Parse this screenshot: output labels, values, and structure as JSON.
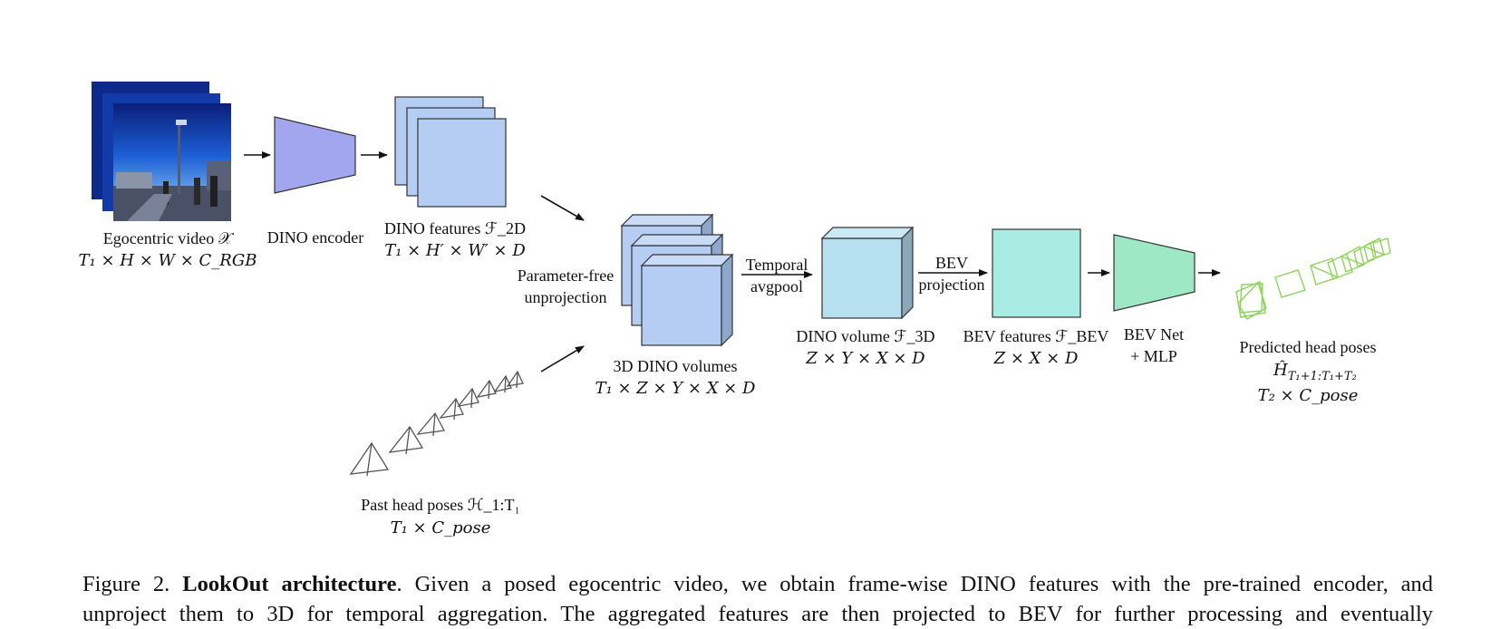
{
  "figure": {
    "labels": {
      "video": "Egocentric video 𝒳",
      "video_dims": "T₁ × H × W × C_RGB",
      "encoder": "DINO encoder",
      "features2d": "DINO features ℱ_2D",
      "features2d_dims": "T₁ × H′ × W′ × D",
      "unproj_line1": "Parameter-free",
      "unproj_line2": "unprojection",
      "volumes": "3D DINO volumes",
      "volumes_dims": "T₁ × Z × Y × X × D",
      "pool_line1": "Temporal",
      "pool_line2": "avgpool",
      "volume3d": "DINO volume ℱ_3D",
      "volume3d_dims": "Z × Y × X × D",
      "bevproj_line1": "BEV",
      "bevproj_line2": "projection",
      "bevfeat": "BEV features ℱ_BEV",
      "bevfeat_dims": "Z × X × D",
      "bevnet_line1": "BEV Net",
      "bevnet_line2": "+ MLP",
      "pred_title": "Predicted head poses",
      "pred_symbol": "Ĥ",
      "pred_sub": "T₁+1:T₁+T₂",
      "pred_dims": "T₂ × C_pose",
      "past": "Past head poses ℋ_1:T₁",
      "past_dims": "T₁ × C_pose"
    },
    "colors": {
      "encoder": "#a2a6ee",
      "features": "#b5cdf2",
      "volume": "#b6dff0",
      "bev": "#a8ece4",
      "bevnet": "#9fe8c6",
      "pred_poses": "#8ed35a",
      "past_poses": "#555555"
    }
  },
  "caption": {
    "figure_no": "Figure 2.",
    "title": "LookOut architecture",
    "line1_rest": ". Given a posed egocentric video, we obtain frame-wise DINO features with the pre-trained encoder, and",
    "line2": "unproject them to 3D for temporal aggregation.  The aggregated features are then projected to BEV for further processing and eventually"
  }
}
